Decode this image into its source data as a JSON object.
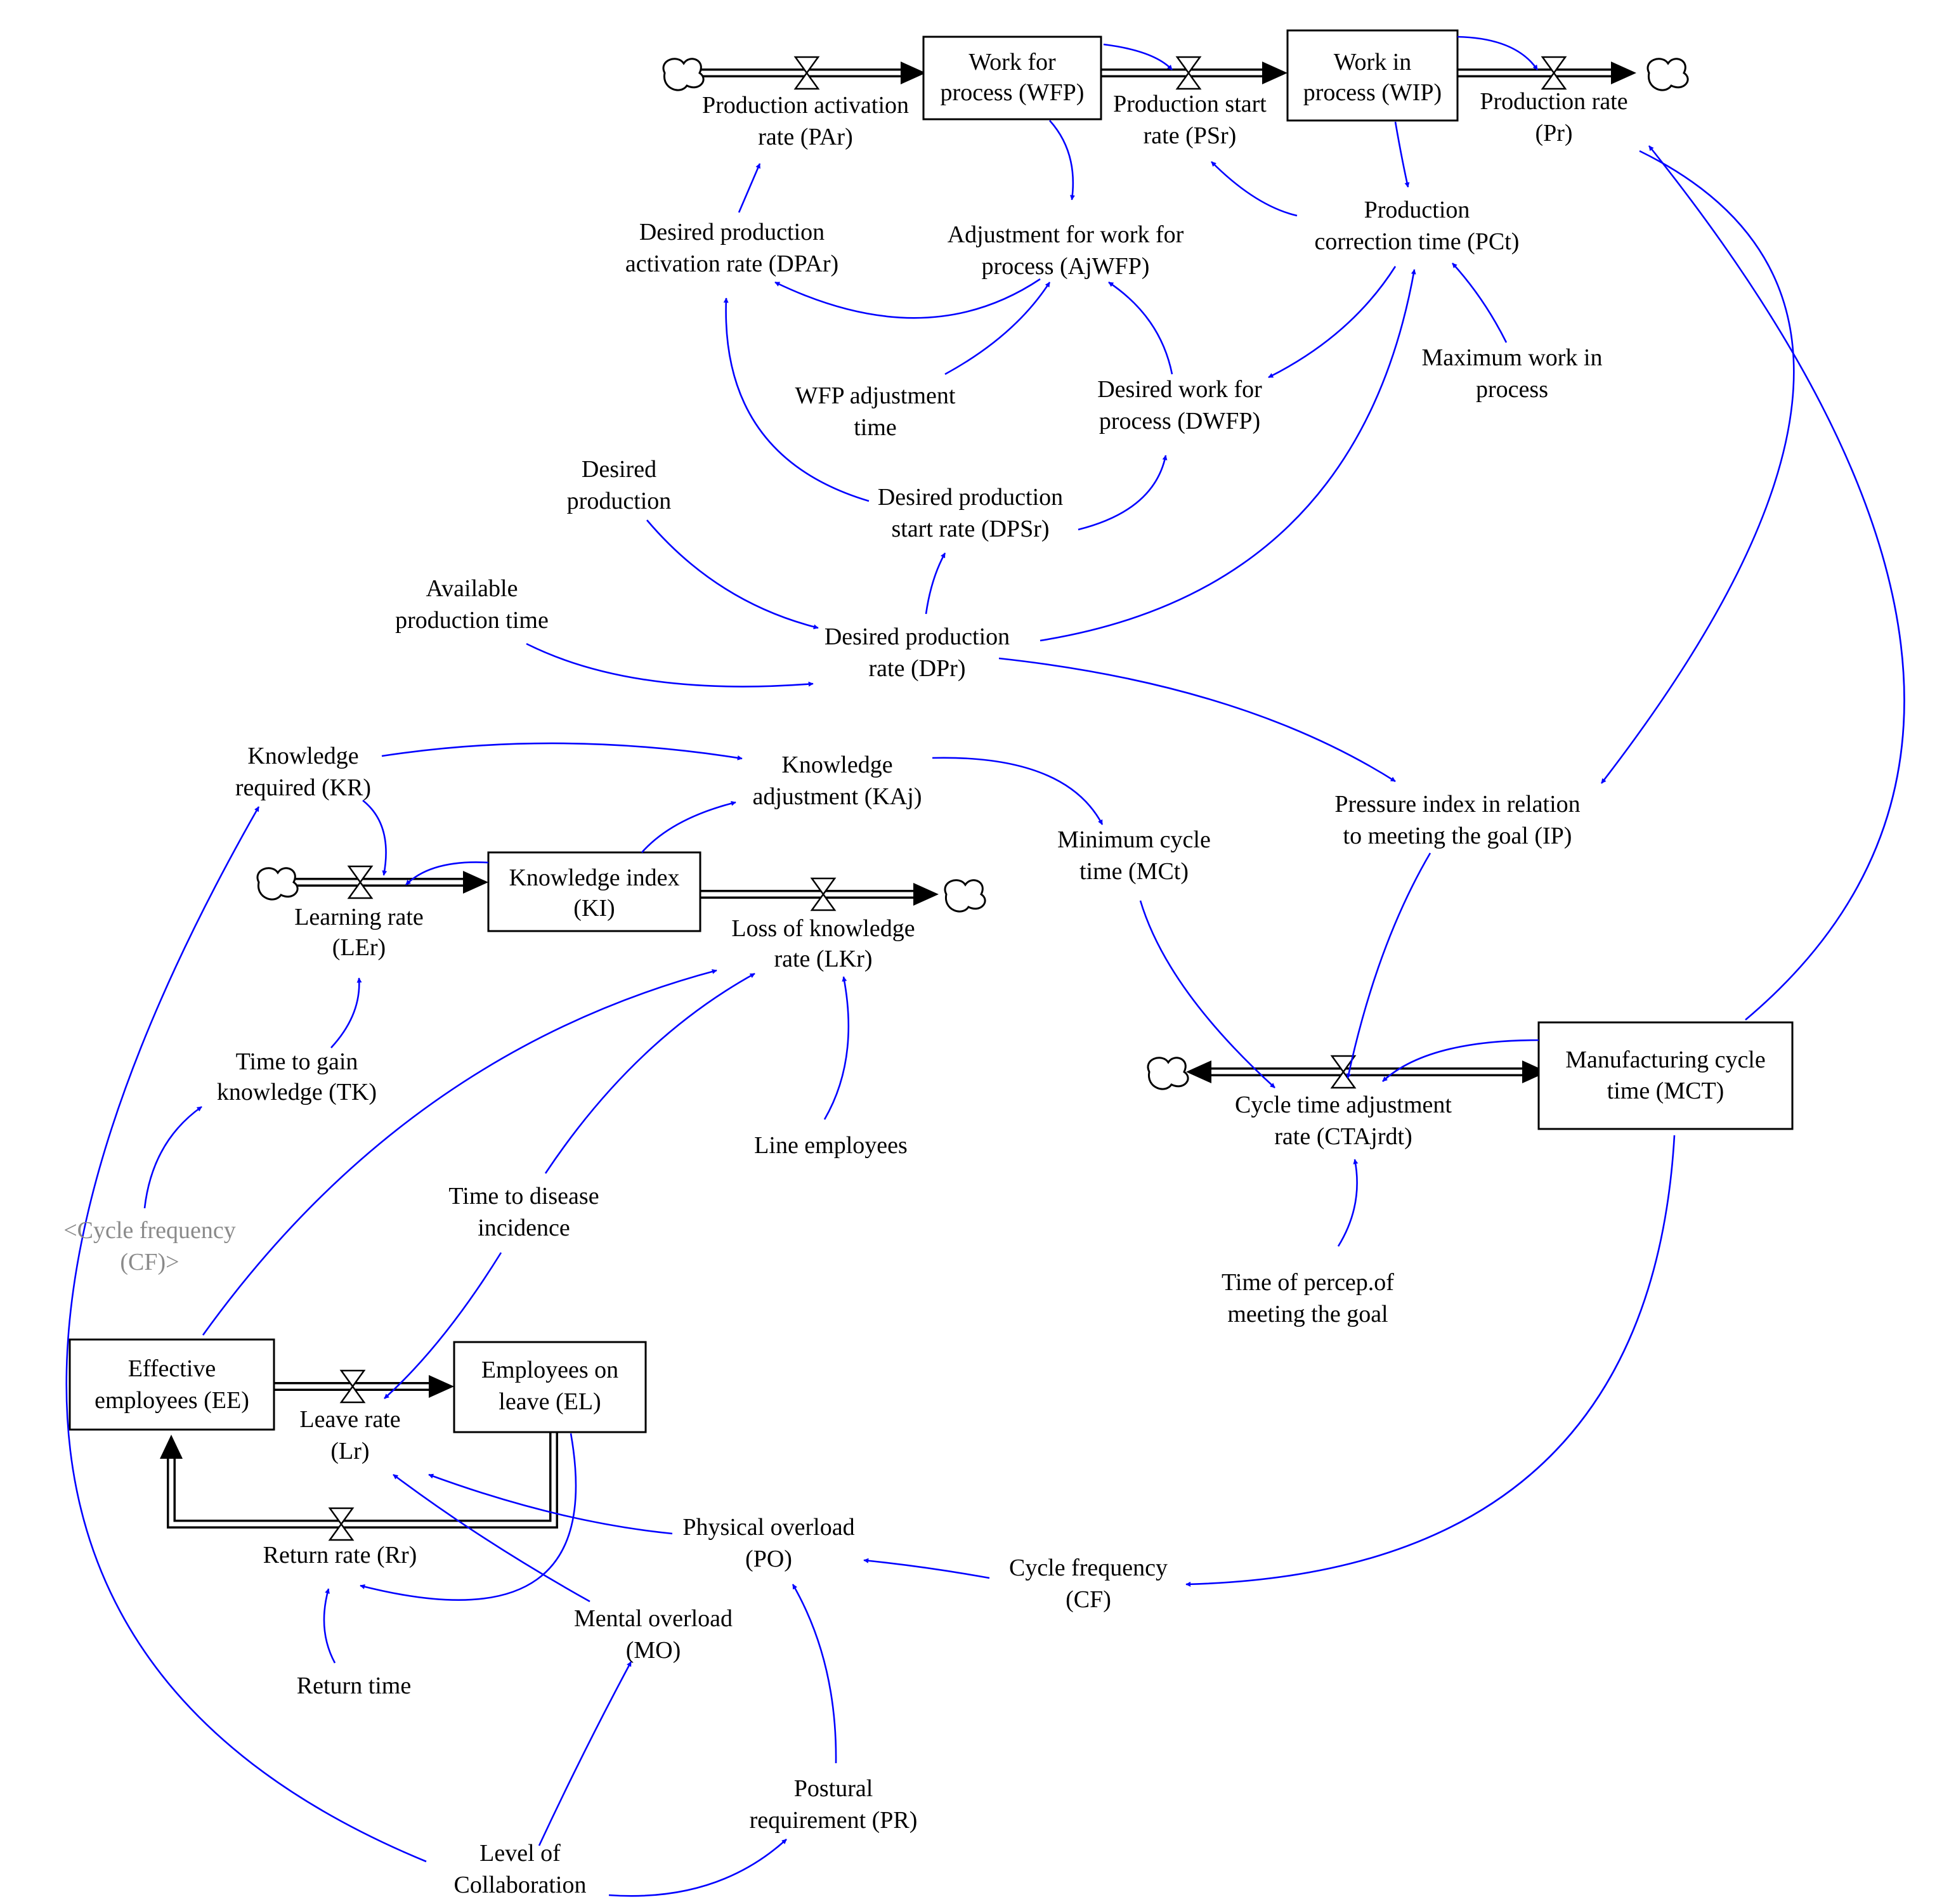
{
  "colors": {
    "link": "#0000ff",
    "stock_border": "#000000",
    "flow": "#000000",
    "shadow_text": "#8a8a8a"
  },
  "stocks": {
    "wfp": [
      "Work for",
      "process (WFP)"
    ],
    "wip": [
      "Work in",
      "process (WIP)"
    ],
    "ki": [
      "Knowledge index",
      "(KI)"
    ],
    "mct": [
      "Manufacturing cycle",
      "time (MCT)"
    ],
    "ee": [
      "Effective",
      "employees (EE)"
    ],
    "el": [
      "Employees on",
      "leave (EL)"
    ]
  },
  "flows": {
    "par": [
      "Production activation",
      "rate (PAr)"
    ],
    "psr": [
      "Production start",
      "rate (PSr)"
    ],
    "pr": [
      "Production rate",
      "(Pr)"
    ],
    "ler": [
      "Learning rate",
      "(LEr)"
    ],
    "lkr": [
      "Loss of knowledge",
      "rate (LKr)"
    ],
    "ctajrdt": [
      "Cycle time adjustment",
      "rate (CTAjrdt)"
    ],
    "lr": [
      "Leave rate",
      "(Lr)"
    ],
    "rr": [
      "Return rate (Rr)"
    ]
  },
  "variables": {
    "dpar": [
      "Desired production",
      "activation rate (DPAr)"
    ],
    "ajwfp": [
      "Adjustment for work for",
      "process (AjWFP)"
    ],
    "pct": [
      "Production",
      "correction time (PCt)"
    ],
    "maxwip": [
      "Maximum work in",
      "process"
    ],
    "wfp_adj": [
      "WFP adjustment",
      "time"
    ],
    "dwfp": [
      "Desired work for",
      "process (DWFP)"
    ],
    "desired_production": [
      "Desired",
      "production"
    ],
    "dpsr": [
      "Desired production",
      "start rate (DPSr)"
    ],
    "available_time": [
      "Available",
      "production time"
    ],
    "dpr": [
      "Desired production",
      "rate (DPr)"
    ],
    "kr": [
      "Knowledge",
      "required (KR)"
    ],
    "kaj": [
      "Knowledge",
      "adjustment (KAj)"
    ],
    "mct_min": [
      "Minimum cycle",
      "time (MCt)"
    ],
    "ip": [
      "Pressure index in relation",
      "to meeting the goal (IP)"
    ],
    "tk": [
      "Time to gain",
      "knowledge (TK)"
    ],
    "cf_shadow": [
      "<Cycle frequency",
      "(CF)>"
    ],
    "line_employees": [
      "Line employees"
    ],
    "disease": [
      "Time to disease",
      "incidence"
    ],
    "perception": [
      "Time of percep.of",
      "meeting the goal"
    ],
    "po": [
      "Physical overload",
      "(PO)"
    ],
    "cf": [
      "Cycle frequency",
      "(CF)"
    ],
    "mo": [
      "Mental overload",
      "(MO)"
    ],
    "return_time": [
      "Return time"
    ],
    "pr_posture": [
      "Postural",
      "requirement (PR)"
    ],
    "collab": [
      "Level of",
      "Collaboration"
    ]
  }
}
